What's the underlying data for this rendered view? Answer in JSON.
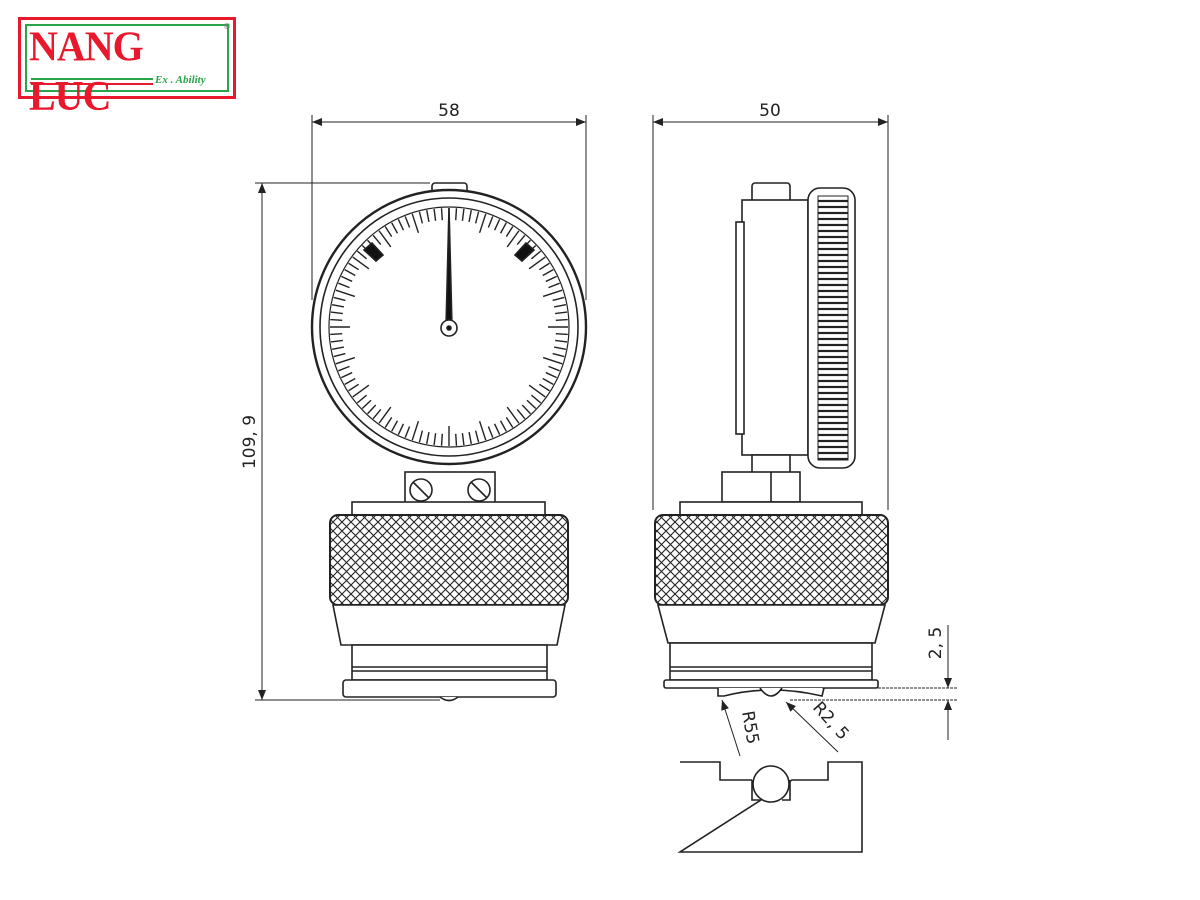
{
  "logo": {
    "brand": "NANG LUC",
    "tagline": "Ex . Ability",
    "registered": "®",
    "colors": {
      "red": "#e8192c",
      "green": "#2aa54a"
    }
  },
  "dimensions": {
    "front_width": "58",
    "side_width": "50",
    "height": "109, 9",
    "indent_depth": "2, 5",
    "radius_large": "R55",
    "radius_small": "R2, 5"
  }
}
